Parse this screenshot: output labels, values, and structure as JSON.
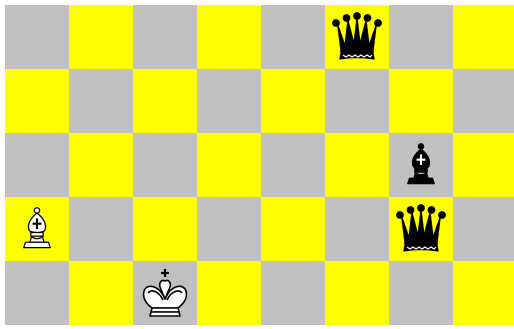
{
  "board": {
    "files": 8,
    "ranks": 5,
    "light_color": "#c0c0c0",
    "dark_color": "#ffff00"
  },
  "pieces": [
    {
      "type": "queen",
      "color": "black",
      "file": 5,
      "rank": 0,
      "name": "black-queen-piece"
    },
    {
      "type": "bishop",
      "color": "black",
      "file": 6,
      "rank": 2,
      "name": "black-bishop-piece"
    },
    {
      "type": "bishop",
      "color": "white",
      "file": 0,
      "rank": 3,
      "name": "white-bishop-piece"
    },
    {
      "type": "queen",
      "color": "black",
      "file": 6,
      "rank": 3,
      "name": "black-queen-piece"
    },
    {
      "type": "king",
      "color": "white",
      "file": 2,
      "rank": 4,
      "name": "white-king-piece"
    }
  ]
}
